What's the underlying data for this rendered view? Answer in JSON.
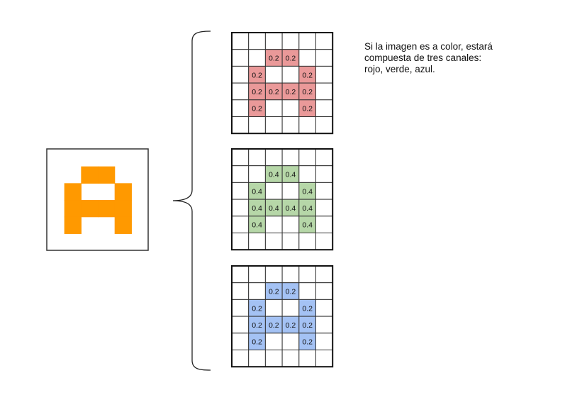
{
  "description": {
    "lines": [
      "Si la imagen es a color, estará",
      "compuesta de tres canales:",
      "rojo, verde, azul."
    ]
  },
  "source_image": {
    "glyph_color": "#ff9900",
    "pixels": [
      [
        0,
        0,
        0,
        0,
        0,
        0
      ],
      [
        0,
        0,
        1,
        1,
        0,
        0
      ],
      [
        0,
        1,
        0,
        0,
        1,
        0
      ],
      [
        0,
        1,
        1,
        1,
        1,
        0
      ],
      [
        0,
        1,
        0,
        0,
        1,
        0
      ],
      [
        0,
        0,
        0,
        0,
        0,
        0
      ]
    ]
  },
  "channels": [
    {
      "name": "rojo",
      "fill": "#ea9999",
      "cells": [
        [
          "",
          "",
          "",
          "",
          "",
          ""
        ],
        [
          "",
          "",
          "0.2",
          "0.2",
          "",
          ""
        ],
        [
          "",
          "0.2",
          "",
          "",
          "0.2",
          ""
        ],
        [
          "",
          "0.2",
          "0.2",
          "0.2",
          "0.2",
          ""
        ],
        [
          "",
          "0.2",
          "",
          "",
          "0.2",
          ""
        ],
        [
          "",
          "",
          "",
          "",
          "",
          ""
        ]
      ]
    },
    {
      "name": "verde",
      "fill": "#b6d7a8",
      "cells": [
        [
          "",
          "",
          "",
          "",
          "",
          ""
        ],
        [
          "",
          "",
          "0.4",
          "0.4",
          "",
          ""
        ],
        [
          "",
          "0.4",
          "",
          "",
          "0.4",
          ""
        ],
        [
          "",
          "0.4",
          "0.4",
          "0.4",
          "0.4",
          ""
        ],
        [
          "",
          "0.4",
          "",
          "",
          "0.4",
          ""
        ],
        [
          "",
          "",
          "",
          "",
          "",
          ""
        ]
      ]
    },
    {
      "name": "azul",
      "fill": "#a4c2f4",
      "cells": [
        [
          "",
          "",
          "",
          "",
          "",
          ""
        ],
        [
          "",
          "",
          "0.2",
          "0.2",
          "",
          ""
        ],
        [
          "",
          "0.2",
          "",
          "",
          "0.2",
          ""
        ],
        [
          "",
          "0.2",
          "0.2",
          "0.2",
          "0.2",
          ""
        ],
        [
          "",
          "0.2",
          "",
          "",
          "0.2",
          ""
        ],
        [
          "",
          "",
          "",
          "",
          "",
          ""
        ]
      ]
    }
  ]
}
